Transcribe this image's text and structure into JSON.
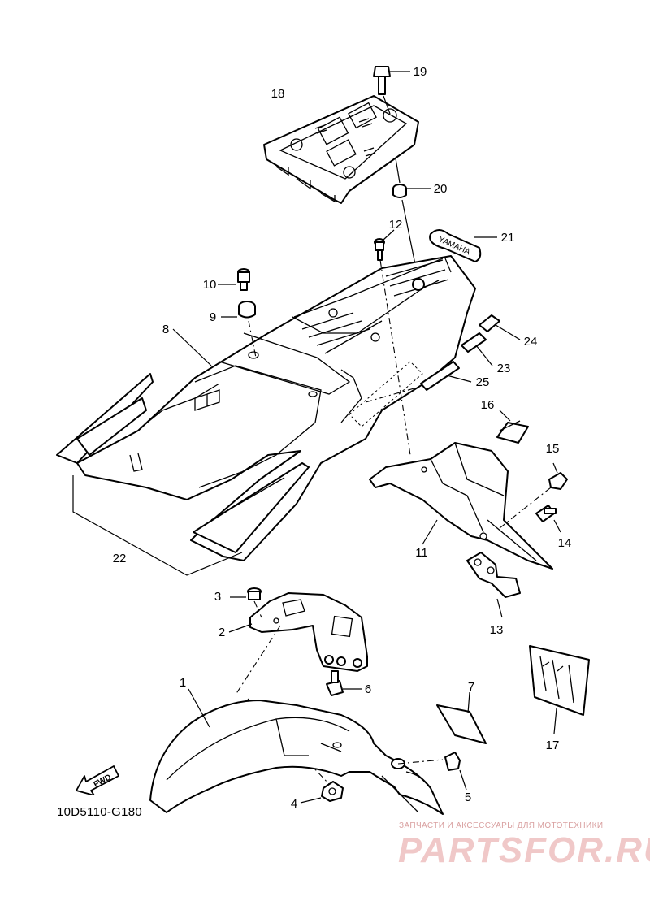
{
  "diagram": {
    "code": "10D5110-G180",
    "fwd_label": "FWD",
    "decal_text": "YAMAHA",
    "callouts": [
      "1",
      "2",
      "3",
      "4",
      "5",
      "6",
      "7",
      "8",
      "9",
      "10",
      "11",
      "12",
      "13",
      "14",
      "15",
      "17",
      "18",
      "19",
      "20",
      "21",
      "22",
      "23",
      "24",
      "25",
      "16"
    ]
  },
  "watermark": {
    "tagline": "ЗАПЧАСТИ И АКСЕССУАРЫ ДЛЯ МОТОТЕХНИКИ",
    "logo": "PARTSFOR.RU"
  }
}
